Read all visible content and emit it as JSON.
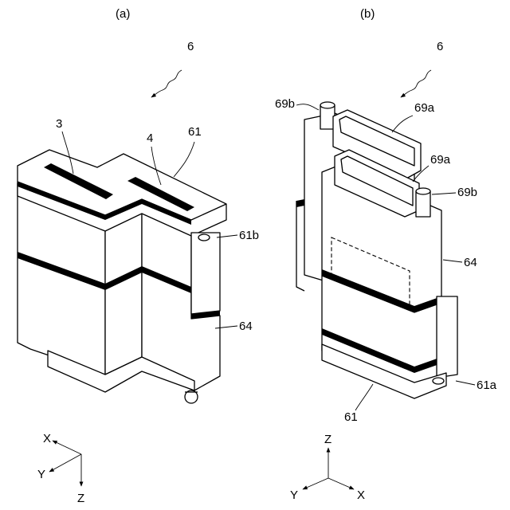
{
  "panels": [
    {
      "caption": "(a)",
      "labels": {
        "assembly": "6",
        "slot_a": "3",
        "slot_b": "4",
        "top_plate": "61",
        "corner": "61b",
        "body": "64"
      },
      "axes": {
        "first": "X",
        "second": "Y",
        "third": "Z"
      }
    },
    {
      "caption": "(b)",
      "labels": {
        "assembly": "6",
        "nozzle_top": "69b",
        "connector_top": "69a",
        "connector_front": "69a",
        "nozzle_front": "69b",
        "body": "64",
        "bottom_plate": "61",
        "corner": "61a"
      },
      "axes": {
        "first": "Z",
        "second": "Y",
        "third": "X"
      }
    }
  ]
}
